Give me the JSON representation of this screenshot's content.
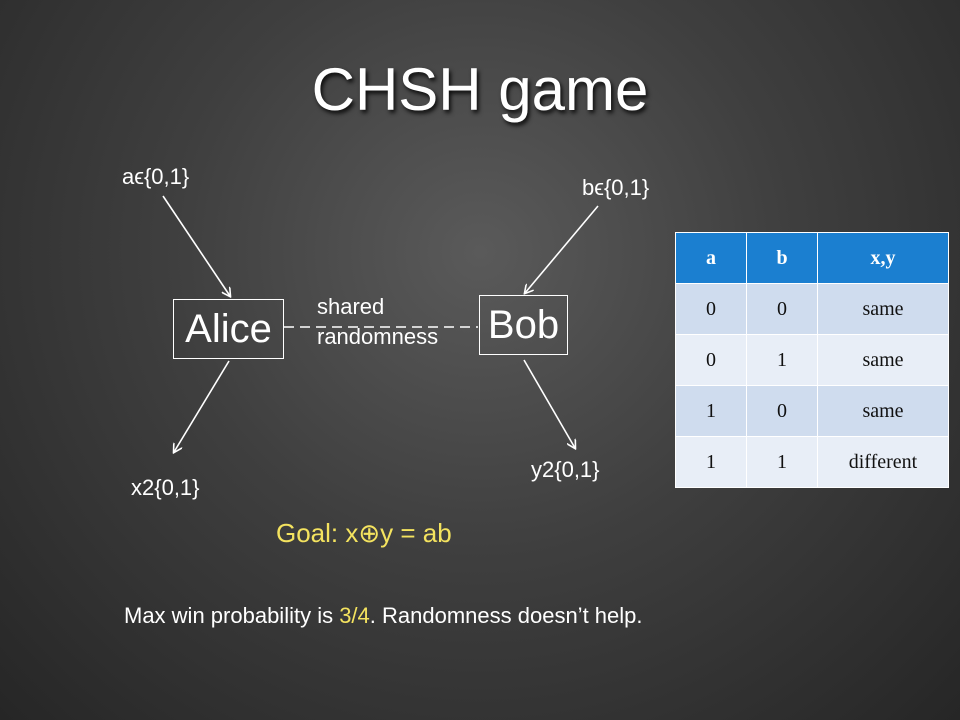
{
  "title": "CHSH game",
  "alice": {
    "label": "Alice",
    "input": "aϵ{0,1}",
    "output": "x2{0,1}"
  },
  "bob": {
    "label": "Bob",
    "input": "bϵ{0,1}",
    "output": "y2{0,1}"
  },
  "shared": {
    "line1": "shared",
    "line2": "randomness"
  },
  "goal": {
    "prefix": "Goal: x",
    "symbol": "⊕",
    "suffix": "y = ab"
  },
  "bottom": {
    "before": "Max win probability is ",
    "value": "3/4",
    "after": ". Randomness doesn’t help."
  },
  "table": {
    "headers": [
      "a",
      "b",
      "x,y"
    ],
    "rows": [
      [
        "0",
        "0",
        "same"
      ],
      [
        "0",
        "1",
        "same"
      ],
      [
        "1",
        "0",
        "same"
      ],
      [
        "1",
        "1",
        "different"
      ]
    ]
  },
  "colors": {
    "highlight": "#f4e35f",
    "table_header": "#1b7fd0",
    "row_dark": "#cfdcee",
    "row_light": "#e8eef7"
  }
}
